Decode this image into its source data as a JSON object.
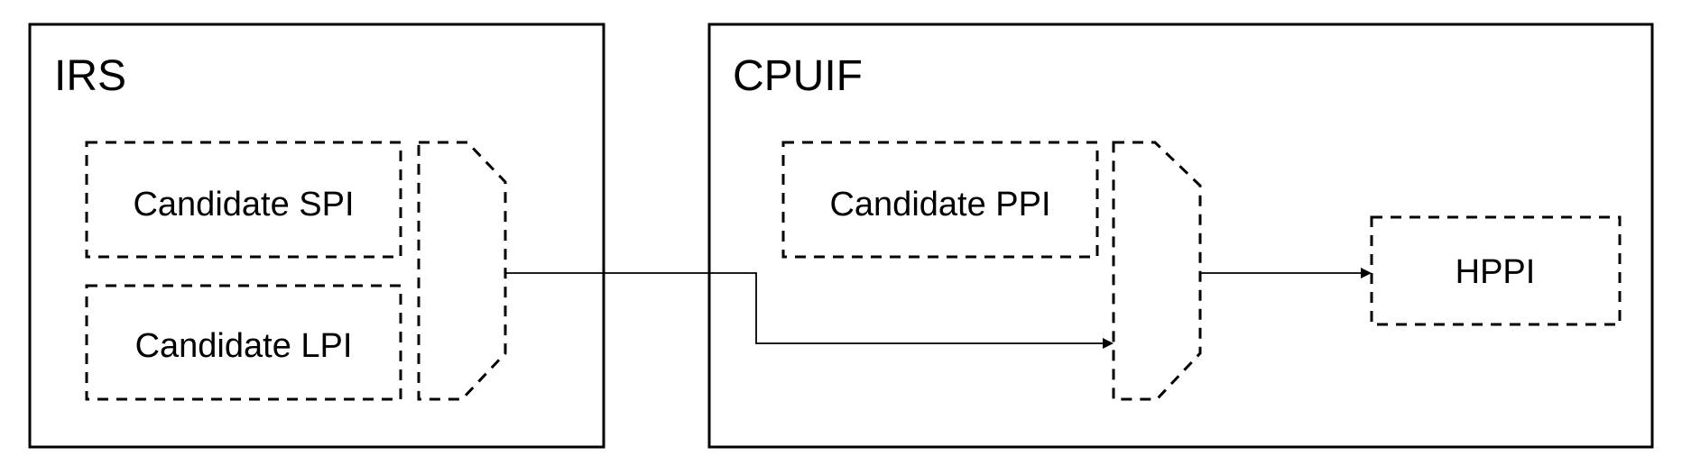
{
  "irs": {
    "title": "IRS",
    "candidates": [
      "Candidate SPI",
      "Candidate LPI"
    ]
  },
  "cpuif": {
    "title": "CPUIF",
    "candidate": "Candidate PPI",
    "output": "HPPI"
  }
}
